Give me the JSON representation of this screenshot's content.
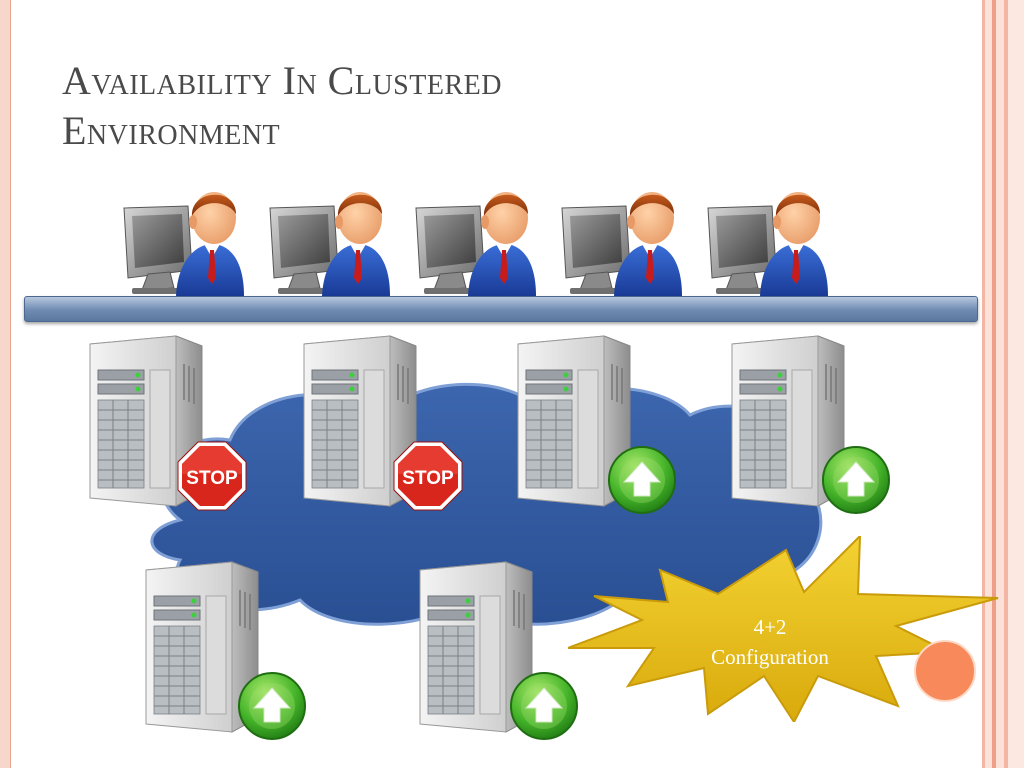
{
  "slide": {
    "title_line1": "Availability In Clustered",
    "title_line2": "Environment"
  },
  "clients": [
    {
      "icon": "user-workstation-icon"
    },
    {
      "icon": "user-workstation-icon"
    },
    {
      "icon": "user-workstation-icon"
    },
    {
      "icon": "user-workstation-icon"
    },
    {
      "icon": "user-workstation-icon"
    }
  ],
  "servers": [
    {
      "icon": "server-tower-icon",
      "status": "stop",
      "status_label": "STOP"
    },
    {
      "icon": "server-tower-icon",
      "status": "stop",
      "status_label": "STOP"
    },
    {
      "icon": "server-tower-icon",
      "status": "up"
    },
    {
      "icon": "server-tower-icon",
      "status": "up"
    },
    {
      "icon": "server-tower-icon",
      "status": "up"
    },
    {
      "icon": "server-tower-icon",
      "status": "up"
    }
  ],
  "callout": {
    "line1": "4+2",
    "line2": "Configuration"
  },
  "colors": {
    "title": "#4a4a4a",
    "cloud": "#2f5597",
    "network_bar": "#6f8bb1",
    "burst": "#e8c11a",
    "stop": "#d9261c",
    "up": "#3aa52a",
    "accent_dot": "#f7895a"
  }
}
